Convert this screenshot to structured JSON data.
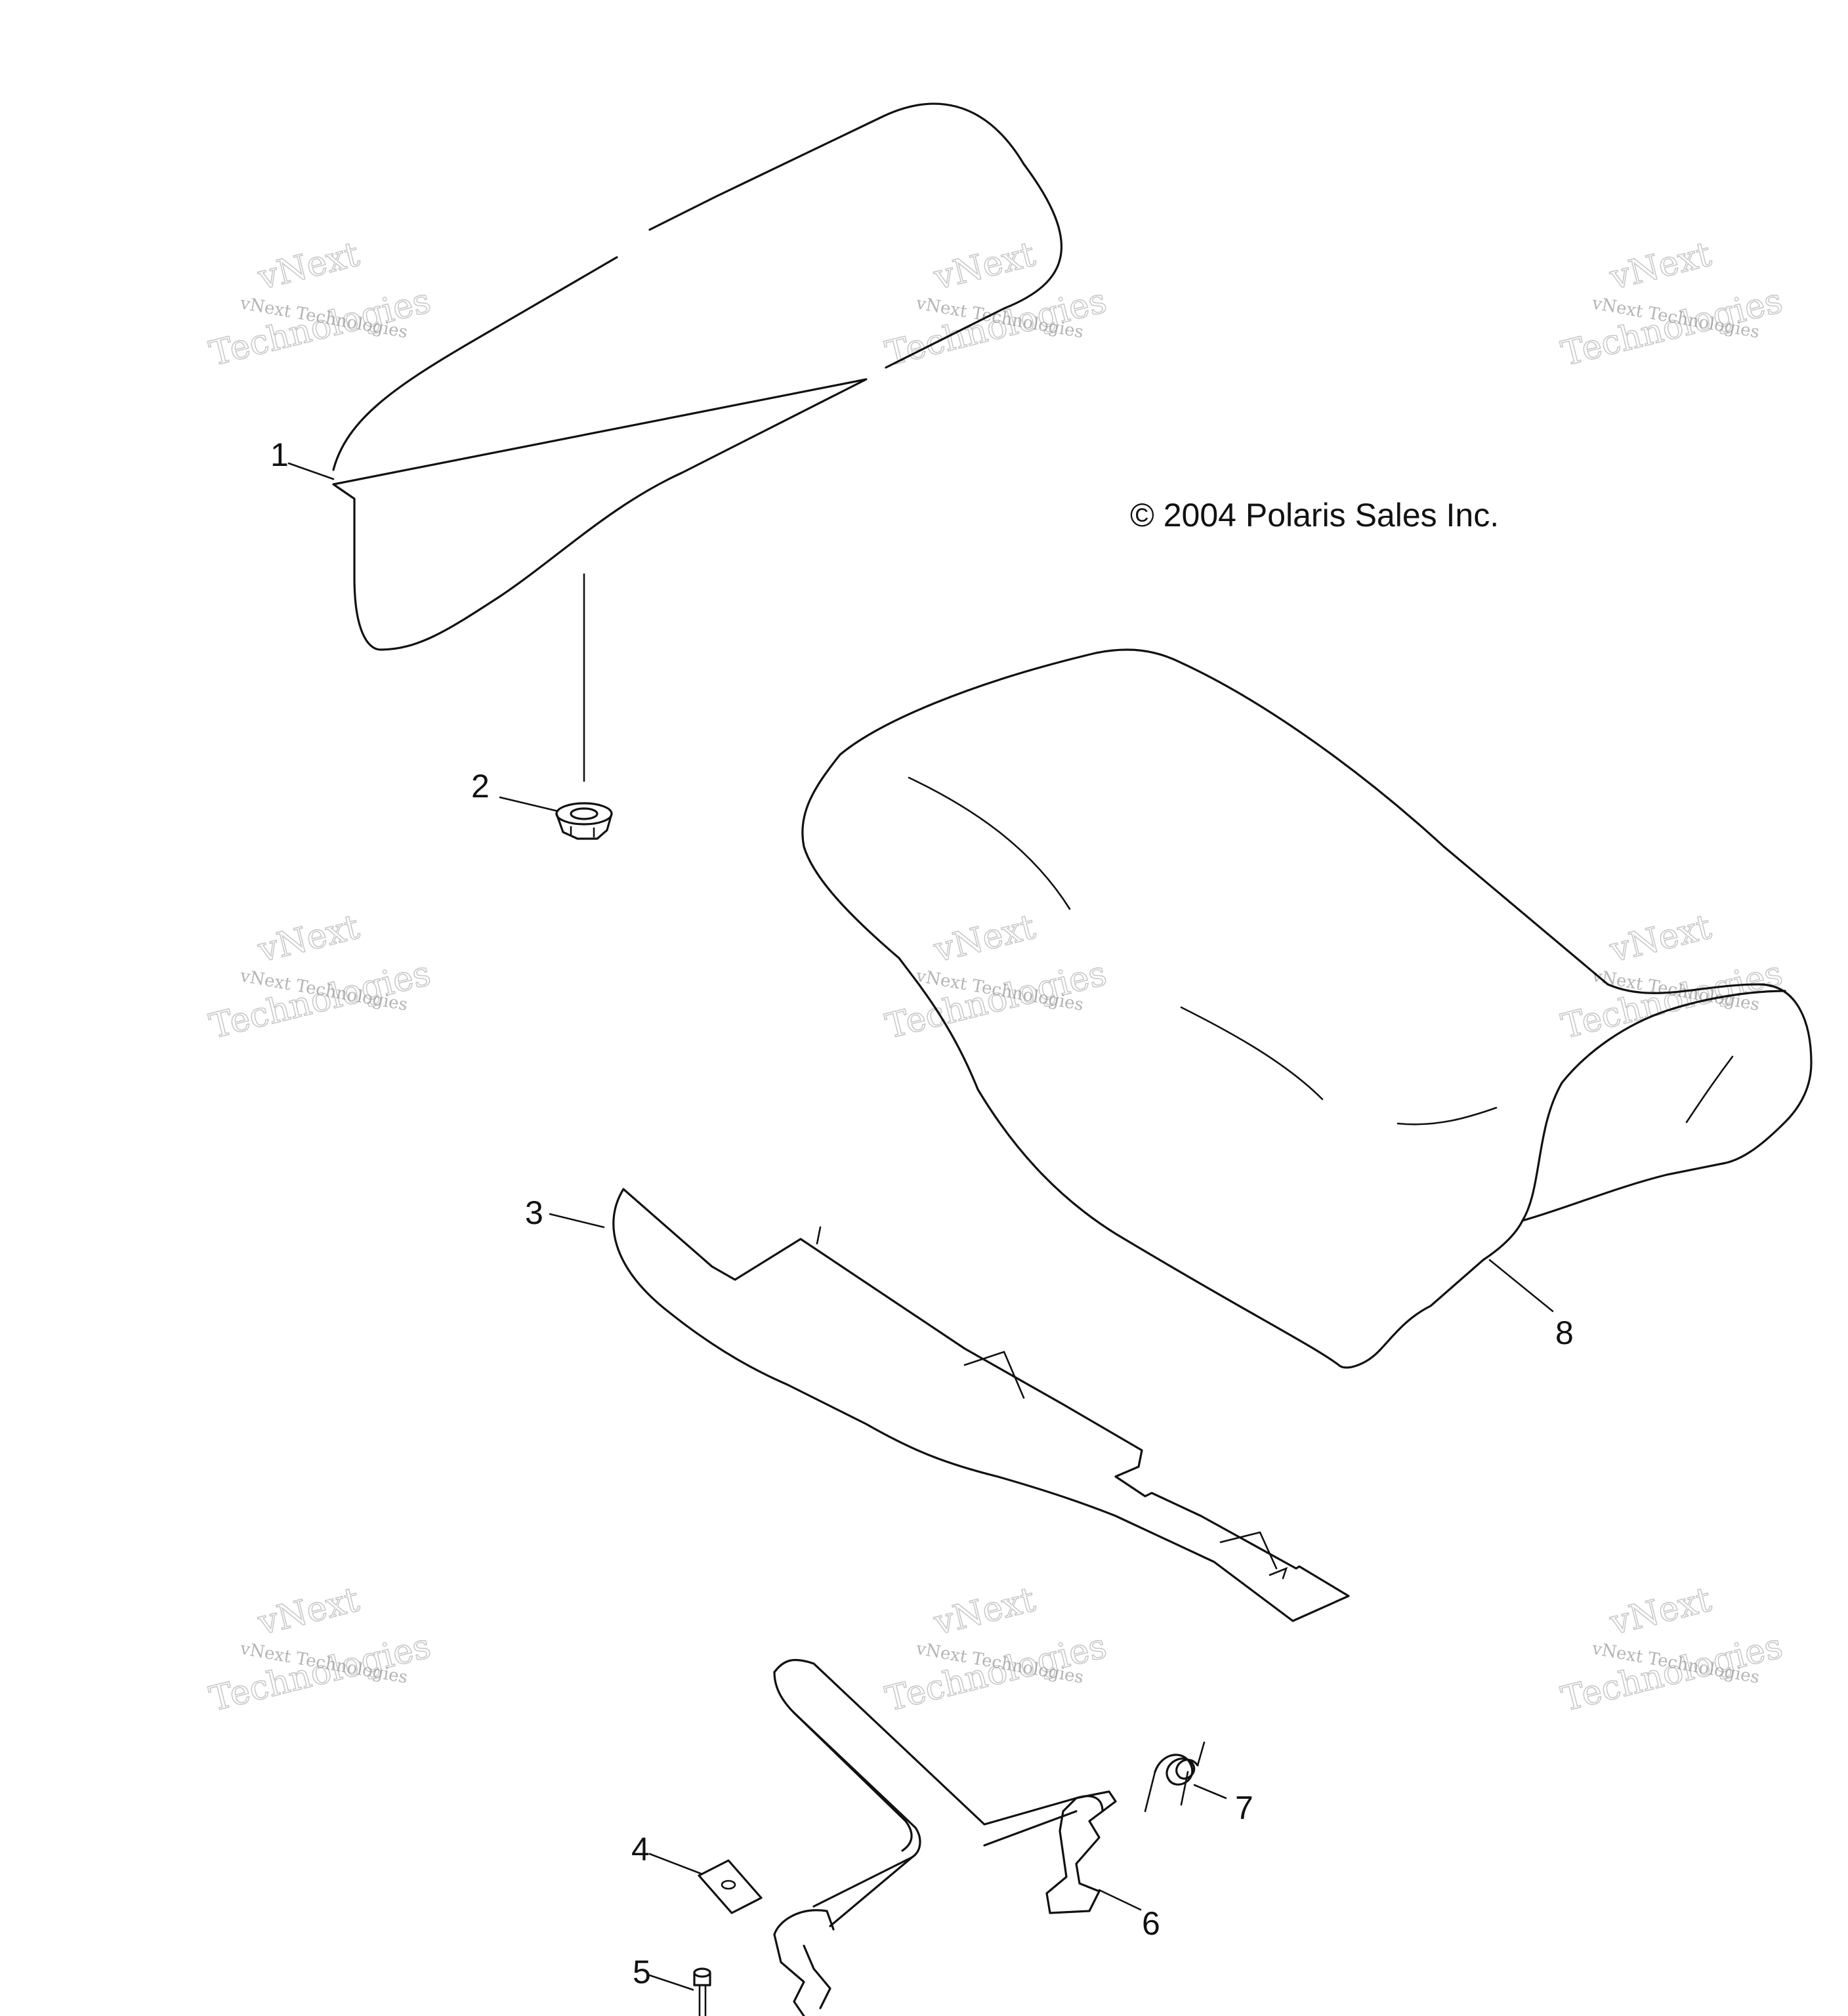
{
  "copyright": "© 2004 Polaris Sales Inc.",
  "callouts": [
    {
      "num": "1"
    },
    {
      "num": "2"
    },
    {
      "num": "3"
    },
    {
      "num": "4"
    },
    {
      "num": "5"
    },
    {
      "num": "6"
    },
    {
      "num": "7"
    },
    {
      "num": "8"
    }
  ],
  "watermark": {
    "small": "vNext Technologies",
    "brand_top": "vNext",
    "brand_bottom": "Technologies"
  }
}
